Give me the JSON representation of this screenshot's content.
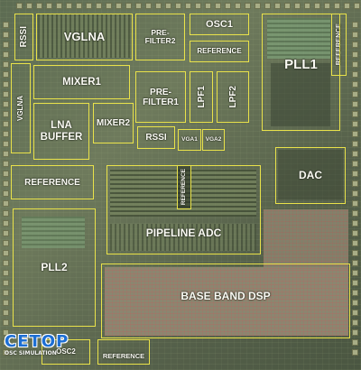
{
  "blocks": {
    "rssi_top": "RSSI",
    "vglna_top": "VGLNA",
    "prefilter2": "PRE-\nFILTER2",
    "osc1": "OSC1",
    "reference_top": "REFERENCE",
    "reference_right": "REFERENCE",
    "pll1": "PLL1",
    "vglna_left": "VGLNA",
    "mixer1": "MIXER1",
    "prefilter1": "PRE-\nFILTER1",
    "lpf1": "LPF1",
    "lpf2": "LPF2",
    "lna_buffer": "LNA\nBUFFER",
    "mixer2": "MIXER2",
    "rssi_mid": "RSSI",
    "vga1": "VGA1",
    "vga2": "VGA2",
    "dac": "DAC",
    "reference_left": "REFERENCE",
    "reference_center": "REFERENCE",
    "pipeline_adc": "PIPELINE ADC",
    "pll2": "PLL2",
    "baseband_dsp": "BASE BAND DSP",
    "reference_bottom": "REFERENCE",
    "osc2": "OSC2"
  },
  "logo": {
    "brand": "CETOP",
    "caption": "OSC SIMULATION"
  },
  "colors": {
    "block_outline": "#e9e24a",
    "label": "#fbfbf4",
    "logo": "#1d6fd4"
  }
}
